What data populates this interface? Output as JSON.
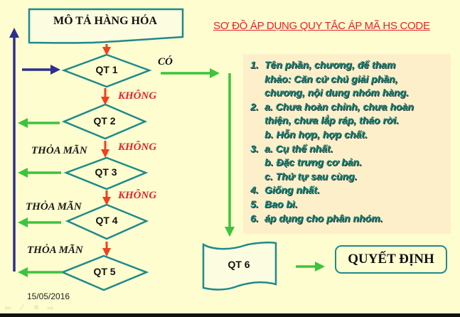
{
  "title": "SƠ ĐỒ ÁP DỤNG QUY TẮC ÁP MÃ HS CODE",
  "start_node": {
    "label": "MÔ TẢ HÀNG HÓA"
  },
  "decision_nodes": [
    {
      "id": "qt1",
      "label": "QT 1"
    },
    {
      "id": "qt2",
      "label": "QT 2"
    },
    {
      "id": "qt3",
      "label": "QT 3"
    },
    {
      "id": "qt4",
      "label": "QT 4"
    },
    {
      "id": "qt5",
      "label": "QT 5"
    }
  ],
  "qt6_node": {
    "label": "QT 6"
  },
  "decision_box": {
    "label": "QUYẾT ĐỊNH"
  },
  "edge_labels": {
    "yes": "CÓ",
    "no": "KHÔNG",
    "satisfied": "THỎA MÃN"
  },
  "rules": [
    {
      "num": "1.",
      "text": "Tên phần, chương, để tham\nkhảo: Căn cứ chú giải phần,\nchương, nội dung nhóm hàng."
    },
    {
      "num": "2.",
      "text": "a. Chưa hoàn chỉnh, chưa hoàn\nthiện, chưa lắp ráp, tháo rời.\nb. Hỗn hợp, hợp chất."
    },
    {
      "num": "3.",
      "text": "a.  Cụ thể nhất.\nb.  Đặc trưng cơ bản.\nc. Thứ tự sau cùng."
    },
    {
      "num": "4.",
      "text": "Giống nhất."
    },
    {
      "num": "5.",
      "text": "Bao bì."
    },
    {
      "num": "6.",
      "text": "áp dụng cho phân nhóm."
    }
  ],
  "footer": {
    "date": "15/05/2016",
    "nav_icons": [
      "back-arrow-icon",
      "pen-icon",
      "menu-icon",
      "forward-arrow-icon"
    ]
  },
  "colors": {
    "background": "#fefdcf",
    "title": "#e8202a",
    "shape_stroke": "#1e8a8c",
    "no_arrow": "#f0401e",
    "satisfied_arrow": "#3cc43c",
    "loop_arrow": "#2e2f8e",
    "rules_text": "#0f8577",
    "rules_panel": "#fdefca"
  }
}
